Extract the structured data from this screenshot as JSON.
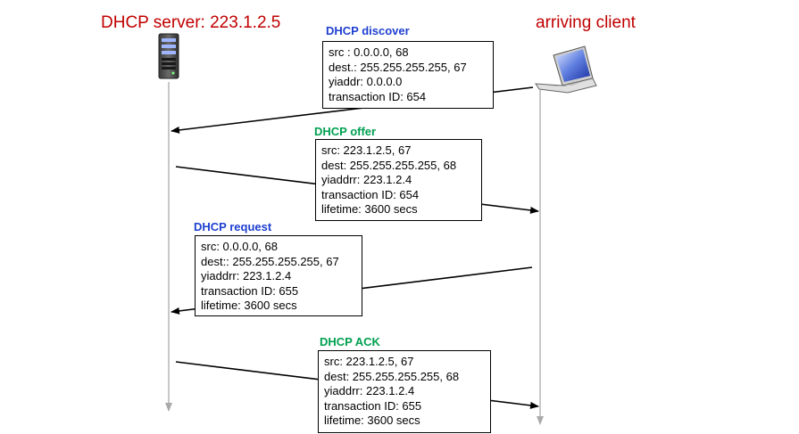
{
  "server": {
    "label": "DHCP server: 223.1.2.5",
    "icon": "server-icon"
  },
  "client": {
    "label": "arriving client",
    "icon": "laptop-icon"
  },
  "colors": {
    "title": "#c00000",
    "blue_title": "#1f3fd0",
    "green_title": "#00a050"
  },
  "messages": [
    {
      "title": "DHCP discover",
      "direction": "client-to-server",
      "title_color": "#1f3fd0",
      "lines": [
        "src : 0.0.0.0, 68",
        "dest.: 255.255.255.255, 67",
        "yiaddr: 0.0.0.0",
        "transaction ID: 654"
      ]
    },
    {
      "title": "DHCP offer",
      "direction": "server-to-client",
      "title_color": "#00a050",
      "lines": [
        "src: 223.1.2.5, 67",
        "dest:  255.255.255.255, 68",
        "yiaddrr: 223.1.2.4",
        "transaction ID: 654",
        "lifetime: 3600 secs"
      ]
    },
    {
      "title": "DHCP request",
      "direction": "client-to-server",
      "title_color": "#1f3fd0",
      "lines": [
        "src:  0.0.0.0, 68",
        "dest::  255.255.255.255, 67",
        "yiaddrr: 223.1.2.4",
        "transaction ID: 655",
        "lifetime: 3600 secs"
      ]
    },
    {
      "title": "DHCP ACK",
      "direction": "server-to-client",
      "title_color": "#00a050",
      "lines": [
        "src: 223.1.2.5, 67",
        "dest:  255.255.255.255, 68",
        "yiaddrr: 223.1.2.4",
        "transaction ID: 655",
        "lifetime: 3600 secs"
      ]
    }
  ]
}
